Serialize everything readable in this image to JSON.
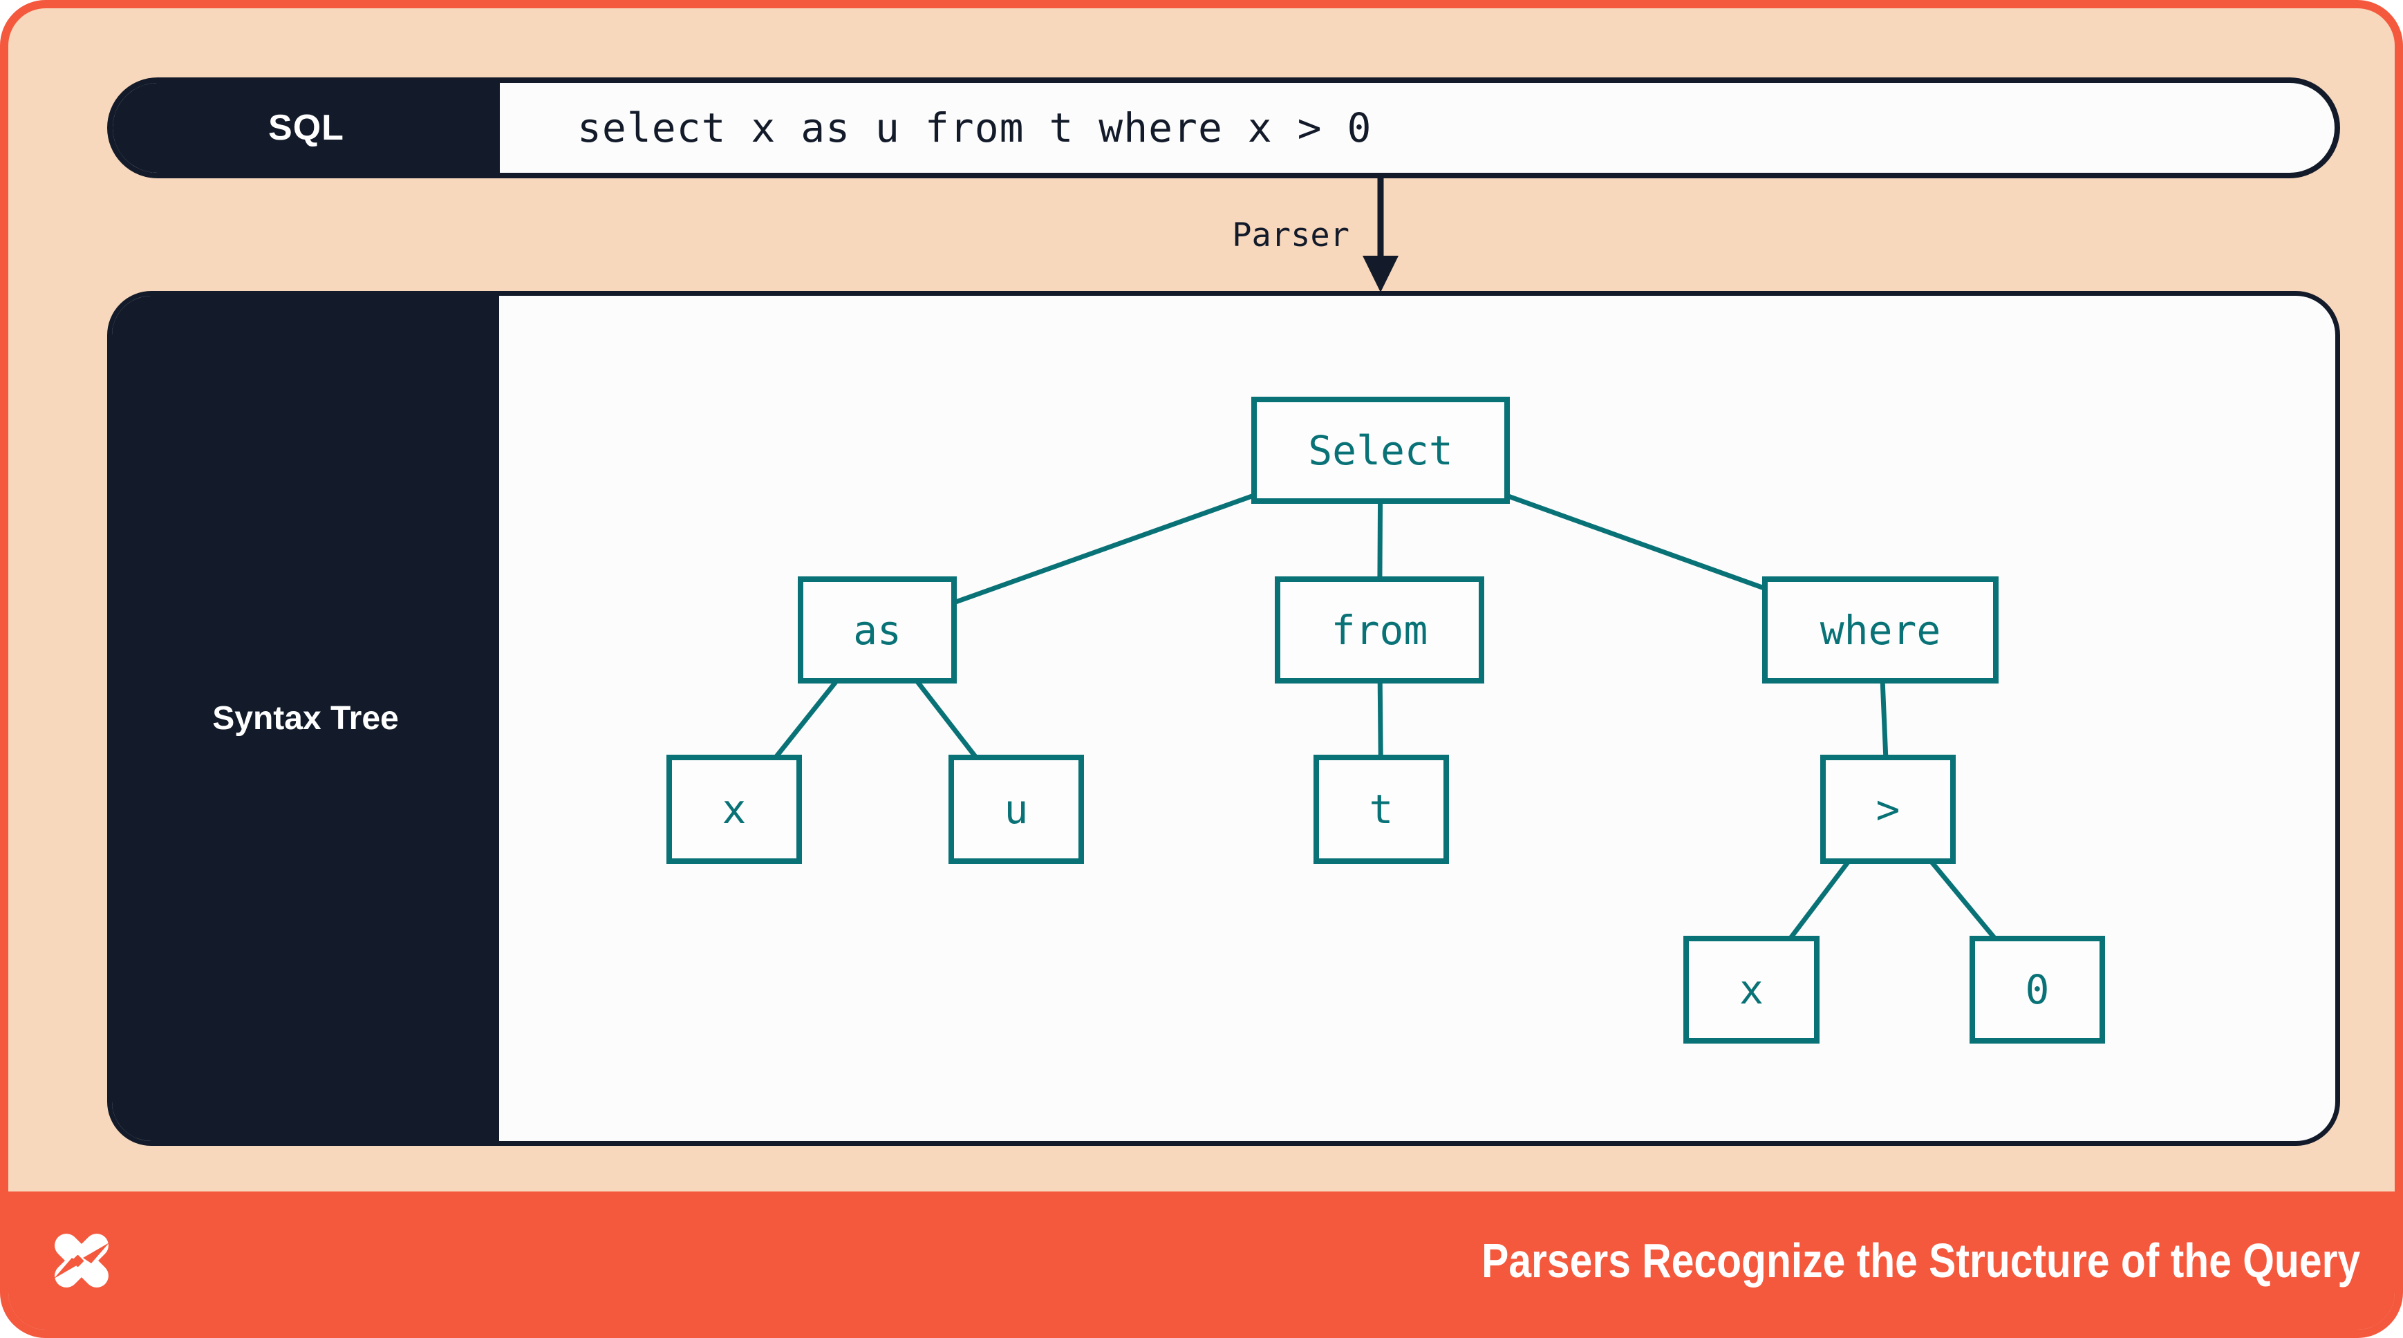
{
  "colors": {
    "peach_background": "#f8d8bd",
    "coral_accent": "#f4583d",
    "navy": "#131b2a",
    "teal": "#097277",
    "surface_white": "#fcfcfc"
  },
  "sql_bar": {
    "label": "SQL",
    "query": "select x as u from t where x > 0"
  },
  "parser_arrow": {
    "label": "Parser"
  },
  "syntax_panel": {
    "label": "Syntax Tree"
  },
  "tree": {
    "nodes": [
      {
        "id": "select",
        "label": "Select"
      },
      {
        "id": "as",
        "label": "as"
      },
      {
        "id": "from",
        "label": "from"
      },
      {
        "id": "where",
        "label": "where"
      },
      {
        "id": "x1",
        "label": "x"
      },
      {
        "id": "u",
        "label": "u"
      },
      {
        "id": "t",
        "label": "t"
      },
      {
        "id": "gt",
        "label": ">"
      },
      {
        "id": "x2",
        "label": "x"
      },
      {
        "id": "zero",
        "label": "0"
      }
    ],
    "edges": [
      [
        "select",
        "as"
      ],
      [
        "select",
        "from"
      ],
      [
        "select",
        "where"
      ],
      [
        "as",
        "x1"
      ],
      [
        "as",
        "u"
      ],
      [
        "from",
        "t"
      ],
      [
        "where",
        "gt"
      ],
      [
        "gt",
        "x2"
      ],
      [
        "gt",
        "zero"
      ]
    ]
  },
  "footer": {
    "title": "Parsers Recognize the Structure of the Query",
    "logo": "dlt-logo"
  }
}
